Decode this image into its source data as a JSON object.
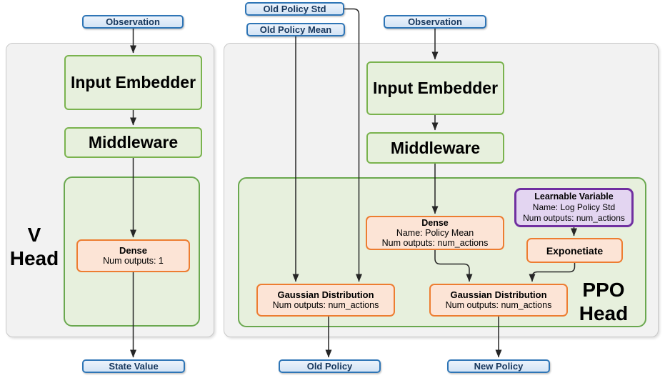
{
  "colors": {
    "blue_border": "#2e75b6",
    "blue_text": "#17375d",
    "green_border": "#7ab34e",
    "green_border_strong": "#6aa84f",
    "green_fill": "#e7f0dd",
    "orange_border": "#ed7d31",
    "orange_fill": "#fce4d6",
    "purple_border": "#7030a0",
    "purple_fill": "#e3d5f1",
    "panel_fill": "#f2f2f2",
    "panel_border": "#c9c9c9",
    "arrow_color": "#262626"
  },
  "v_head": {
    "label_line1": "V",
    "label_line2": "Head",
    "observation": "Observation",
    "input_embedder": "Input Embedder",
    "middleware": "Middleware",
    "dense": {
      "title": "Dense",
      "line1": "Num outputs: 1"
    },
    "output": "State Value"
  },
  "ppo_head": {
    "label_line1": "PPO",
    "label_line2": "Head",
    "old_policy_std": "Old Policy Std",
    "old_policy_mean": "Old Policy Mean",
    "observation": "Observation",
    "input_embedder": "Input Embedder",
    "middleware": "Middleware",
    "dense": {
      "title": "Dense",
      "line1": "Name: Policy Mean",
      "line2": "Num outputs: num_actions"
    },
    "learnable_variable": {
      "title": "Learnable Variable",
      "line1": "Name: Log Policy Std",
      "line2": "Num outputs: num_actions"
    },
    "exponetiate": "Exponetiate",
    "gaussian_old": {
      "title": "Gaussian Distribution",
      "line1": "Num outputs: num_actions"
    },
    "gaussian_new": {
      "title": "Gaussian Distribution",
      "line1": "Num outputs: num_actions"
    },
    "old_policy": "Old Policy",
    "new_policy": "New Policy"
  }
}
